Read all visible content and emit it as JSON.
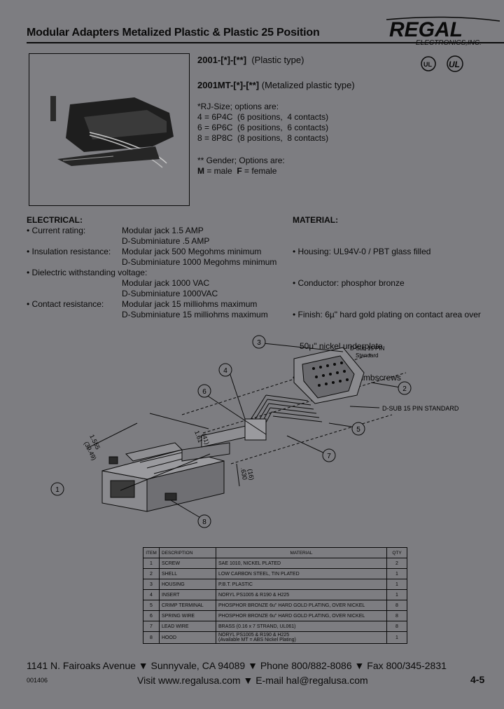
{
  "header": {
    "title": "Modular Adapters Metalized Plastic & Plastic 25 Position",
    "logo_main": "REGAL",
    "logo_sub": "ELECTRONICS,INC."
  },
  "product": {
    "plastic_pn": "2001-[*]-[**]",
    "plastic_label": "(Plastic type)",
    "metal_pn": "2001MT-[*]-[**]",
    "metal_label": "(Metalized plastic type)",
    "rj_title": "*RJ-Size; options are:",
    "rj_options": [
      "4 = 6P4C  (6 positions,  4 contacts)",
      "6 = 6P6C  (6 positions,  6 contacts)",
      "8 = 8P8C  (8 positions,  8 contacts)"
    ],
    "gender_title": "** Gender; Options are:",
    "gender_m": "M",
    "gender_m_text": " = male  ",
    "gender_f": "F",
    "gender_f_text": " = female"
  },
  "electrical": {
    "heading": "ELECTRICAL:",
    "rows": [
      {
        "label": "• Current rating:",
        "value": "Modular jack 1.5 AMP"
      },
      {
        "label": "",
        "value": "D-Subminiature .5 AMP"
      },
      {
        "label": "• Insulation resistance:",
        "value": "Modular jack 500 Megohms minimum"
      },
      {
        "label": "",
        "value": "D-Subminiature 1000 Megohms minimum"
      },
      {
        "label": "• Dielectric withstanding voltage:",
        "value": ""
      },
      {
        "label": "",
        "value": "Modular jack 1000 VAC"
      },
      {
        "label": "",
        "value": "D-Subminiature 1000VAC"
      },
      {
        "label": "• Contact resistance:",
        "value": "Modular jack 15 milliohms maximum"
      },
      {
        "label": "",
        "value": "D-Subminiature 15 milliohms maximum"
      }
    ]
  },
  "material": {
    "heading": "MATERIAL:",
    "lines": [
      "• Housing: UL94V-0 / PBT glass filled",
      "• Conductor: phosphor bronze",
      "• Finish: 6µ\" hard gold plating on contact area over",
      "   50µ\" nickel underplate",
      "• Standard with thumbscrews"
    ]
  },
  "drawing": {
    "dsub_label_1": "D-Sub 15 PIN",
    "dsub_label_2": "Standard",
    "dsub_label_3": "D-SUB 15 PIN STANDARD",
    "dim_a": "1.555",
    "dim_a_mm": "(39.49)",
    "dim_b": "1.61",
    "dim_b_mm": "(41)",
    "dim_c": ".630",
    "dim_c_mm": "(16)",
    "callouts": [
      "1",
      "2",
      "3",
      "4",
      "5",
      "6",
      "7",
      "8"
    ]
  },
  "bom": {
    "headers": [
      "ITEM",
      "DESCRIPTION",
      "MATERIAL",
      "QTY"
    ],
    "rows": [
      [
        "1",
        "SCREW",
        "SAE 1010, NICKEL PLATED",
        "2"
      ],
      [
        "2",
        "SHELL",
        "LOW CARBON STEEL, TIN PLATED",
        "1"
      ],
      [
        "3",
        "HOUSING",
        "P.B.T. PLASTIC",
        "1"
      ],
      [
        "4",
        "INSERT",
        "NORYL PS1005 & R190 & H225",
        "1"
      ],
      [
        "5",
        "CRIMP TERMINAL",
        "PHOSPHOR BRONZE 6u\" HARD GOLD PLATING, OVER NICKEL",
        "8"
      ],
      [
        "6",
        "SPRING WIRE",
        "PHOSPHOR BRONZE 6u\" HARD GOLD PLATING, OVER NICKEL",
        "8"
      ],
      [
        "7",
        "LEAD WIRE",
        "BRASS (0.16 x 7 STRAND, UL061)",
        "8"
      ],
      [
        "8",
        "HOOD",
        "NORYL PS1005 & R190 & H225\n(Available MT = ABS Nickel Plating)",
        "1"
      ]
    ]
  },
  "footer": {
    "line1": "1141 N. Fairoaks Avenue ▼ Sunnyvale, CA 94089 ▼ Phone 800/882-8086 ▼ Fax 800/345-2831",
    "line2": "Visit www.regalusa.com ▼ E-mail hal@regalusa.com",
    "code": "001406",
    "page": "4-5"
  }
}
